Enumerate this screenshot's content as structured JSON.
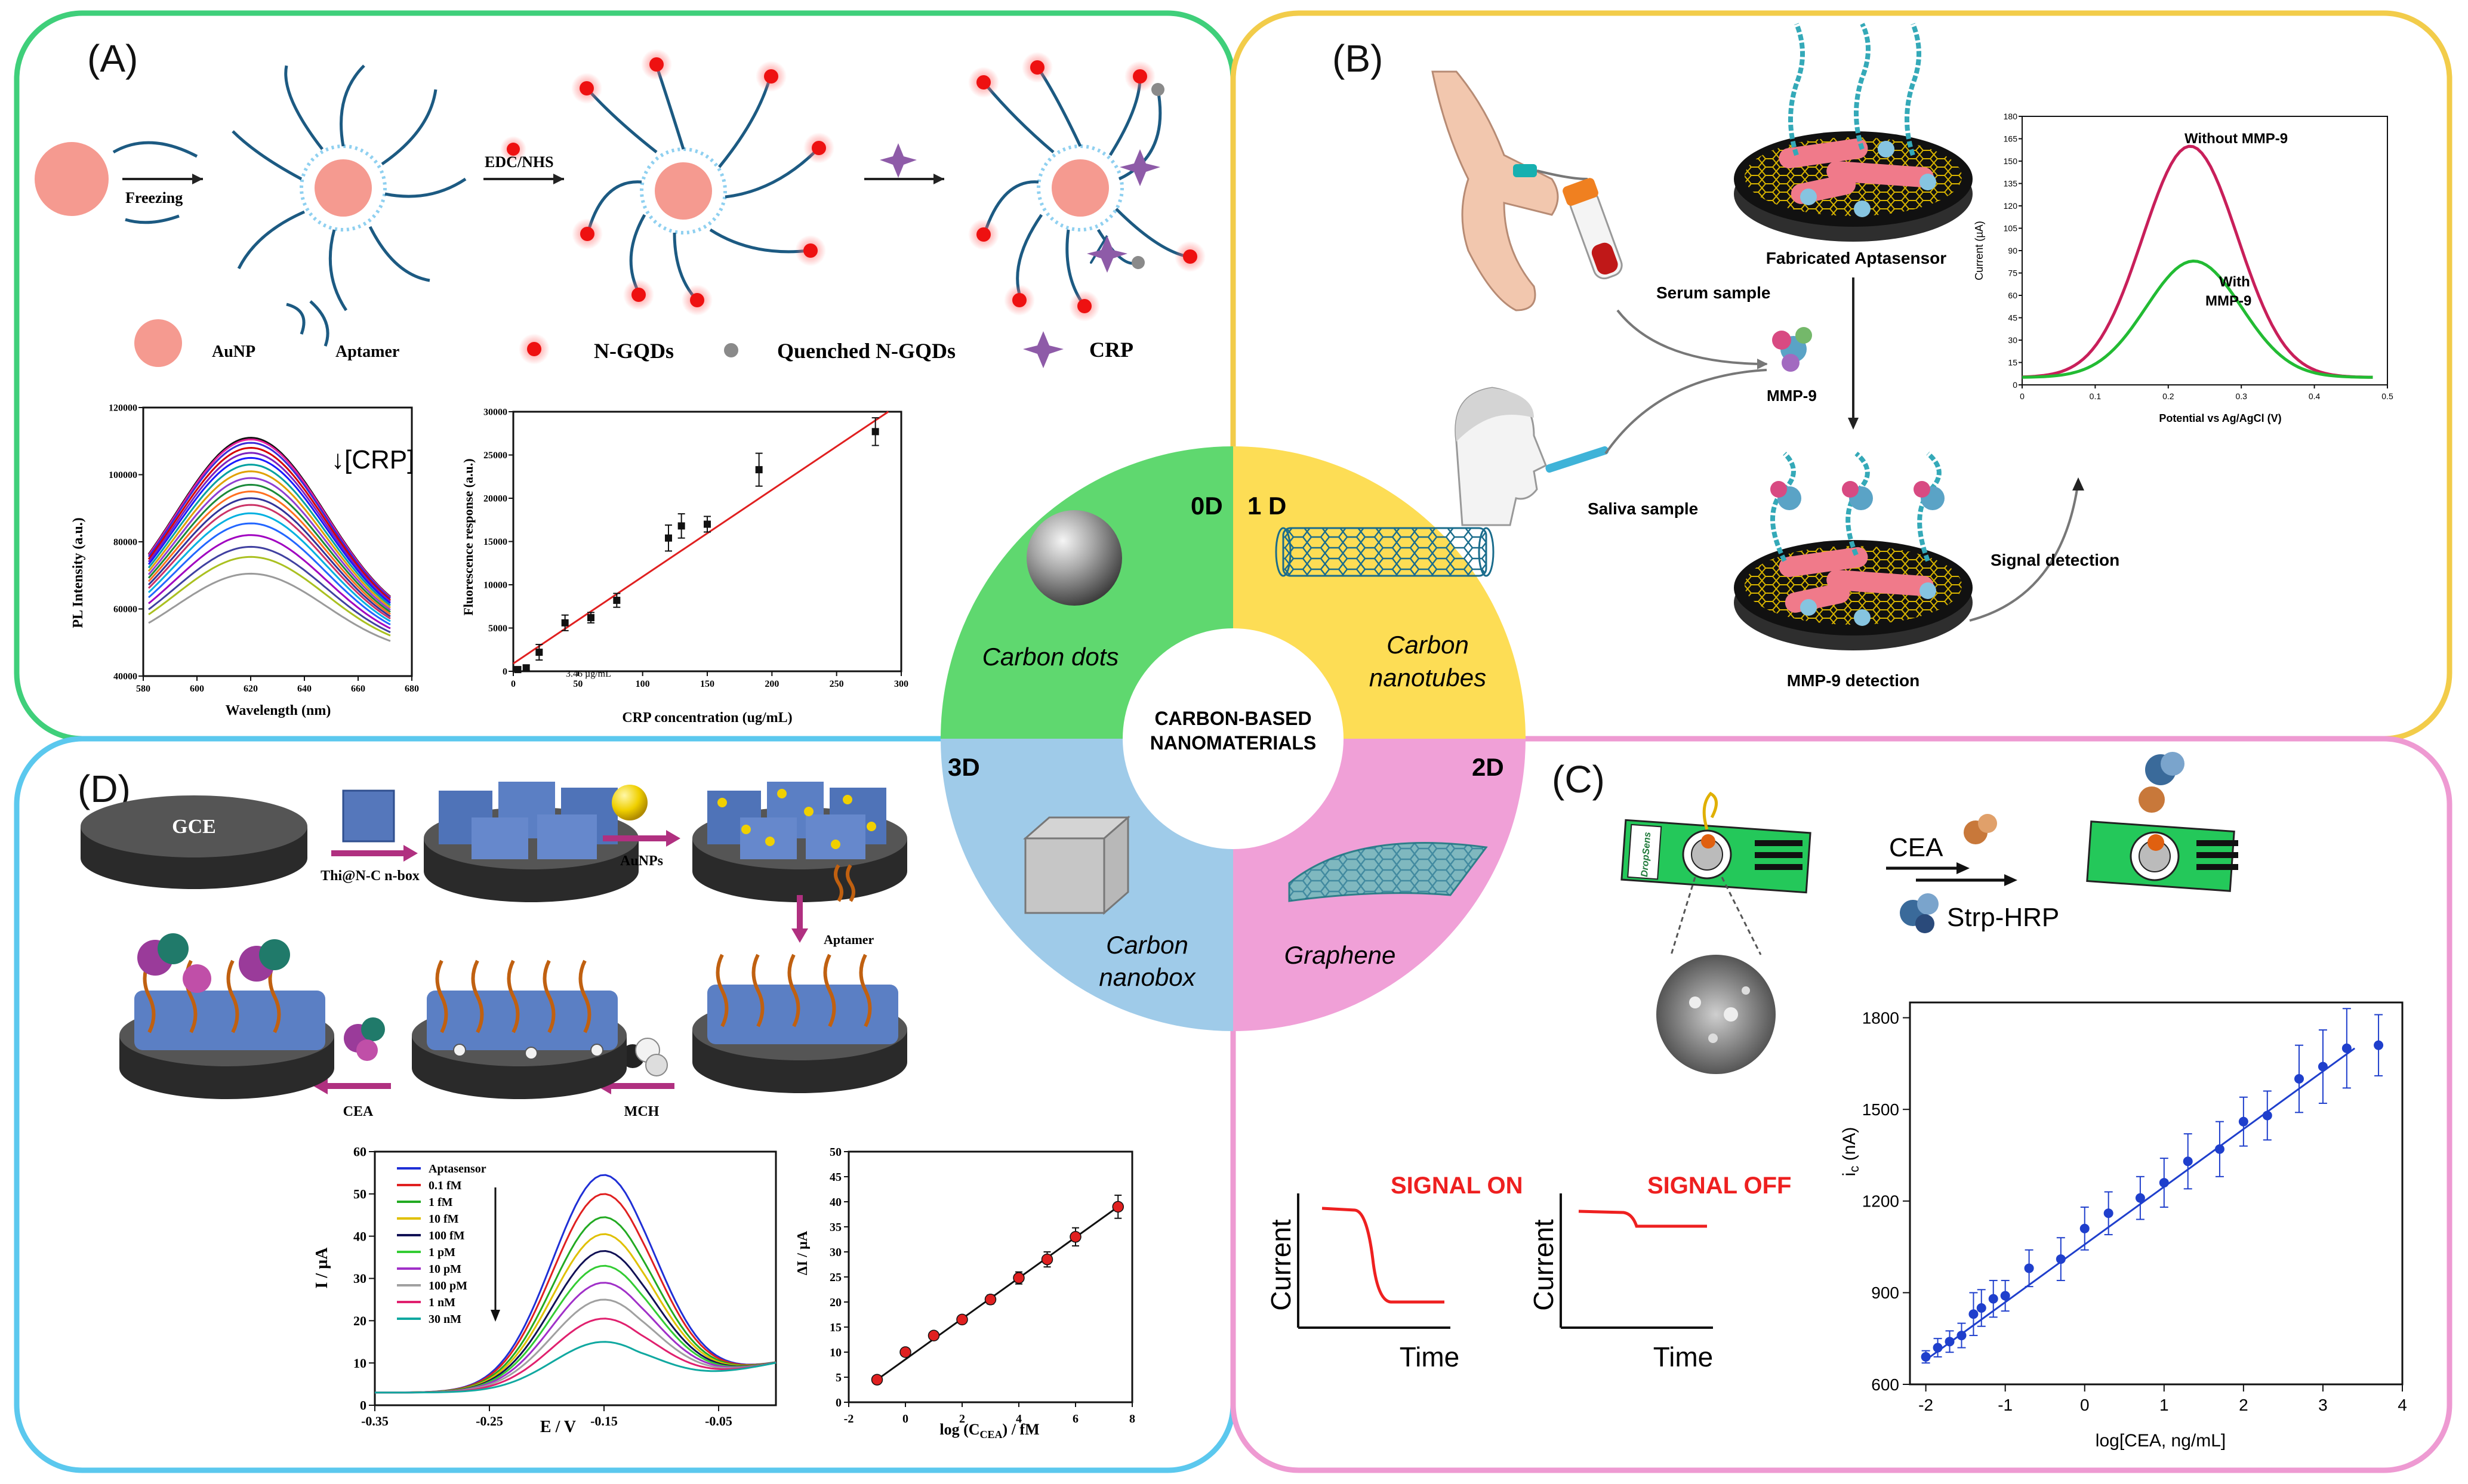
{
  "panels": {
    "a": {
      "label": "(A)",
      "scheme": {
        "freezing": "Freezing",
        "edc_nhs": "EDC/NHS",
        "legend": [
          "AuNP",
          "Aptamer",
          "N-GQDs",
          "Quenched N-GQDs",
          "CRP"
        ]
      },
      "pl_chart": {
        "ylabel": "PL Intensity (a.u.)",
        "xlabel": "Wavelength (nm)",
        "annotation": "↓[CRP]"
      },
      "fl_chart": {
        "ylabel": "Fluorescence response (a.u.)",
        "xlabel": "CRP concentration (ug/mL)",
        "annotation": "3.46 µg/mL"
      }
    },
    "b": {
      "label": "(B)",
      "serum": "Serum sample",
      "saliva": "Saliva sample",
      "fabricated": "Fabricated Aptasensor",
      "mmp9": "MMP-9",
      "detection": "MMP-9 detection",
      "signal": "Signal detection",
      "chart": {
        "ylabel": "Current (µA)",
        "xlabel": "Potential vs Ag/AgCl (V)",
        "without": "Without MMP-9",
        "with_1": "With",
        "with_2": "MMP-9"
      }
    },
    "c": {
      "label": "(C)",
      "cea": "CEA",
      "strp": "Strp-HRP",
      "chip": "DropSens",
      "signal_on": "SIGNAL ON",
      "signal_off": "SIGNAL OFF",
      "current": "Current",
      "time": "Time",
      "chart": {
        "ylabel": "i",
        "ylabel_sub": "c",
        "ylabel_unit": " (nA)",
        "xlabel": "log[CEA, ng/mL]"
      }
    },
    "d": {
      "label": "(D)",
      "gce": "GCE",
      "thi": "Thi@N-C n-box",
      "aunps": "AuNPs",
      "aptamer": "Aptamer",
      "mch": "MCH",
      "cea": "CEA",
      "cv_chart": {
        "ylabel": "I / µA",
        "xlabel": "E / V",
        "legend": [
          "Aptasensor",
          "0.1 fM",
          "1 fM",
          "10 fM",
          "100 fM",
          "1 pM",
          "10 pM",
          "100 pM",
          "1 nM",
          "30 nM"
        ]
      },
      "lin_chart": {
        "ylabel": "ΔI / µA",
        "xlabel_pre": "log (C",
        "xlabel_sub": "CEA",
        "xlabel_post": ") / fM"
      }
    }
  },
  "center": {
    "title_1": "CARBON-BASED",
    "title_2": "NANOMATERIALS",
    "q0d": "0D",
    "q1d": "1 D",
    "q2d": "2D",
    "q3d": "3D",
    "dots": "Carbon dots",
    "tubes_1": "Carbon",
    "tubes_2": "nanotubes",
    "box_1": "Carbon",
    "box_2": "nanobox",
    "graphene": "Graphene"
  },
  "colors": {
    "frame_a": "#3fcf7a",
    "frame_b": "#f2cc4a",
    "frame_c": "#ee9ad2",
    "frame_d": "#5bc8ee",
    "q0d": "#5fd86f",
    "q1d": "#fddd55",
    "q2d": "#f0a0d7",
    "q3d": "#9fcbe9",
    "signal_red": "#ee2020",
    "blue_series": "#1f3fcc"
  },
  "chart_data": [
    {
      "id": "pl_spectra",
      "type": "line",
      "xlim": [
        580,
        680
      ],
      "ylim": [
        40000,
        120000
      ],
      "xticks": [
        580,
        600,
        620,
        640,
        660,
        680
      ],
      "yticks": [
        40000,
        60000,
        80000,
        100000,
        120000
      ],
      "peak_x": 620,
      "series_peaks": [
        111000,
        110500,
        109500,
        108000,
        106500,
        105000,
        103000,
        101000,
        99000,
        97000,
        95000,
        93000,
        91000,
        88500,
        85500,
        82000,
        78500,
        75500,
        70500
      ],
      "series_colors": [
        "#111111",
        "#e8219b",
        "#3a2bd8",
        "#d40000",
        "#7d22c0",
        "#1a1aff",
        "#00a0a0",
        "#e0a000",
        "#8f3fd2",
        "#1b8a3a",
        "#ff6f1f",
        "#333399",
        "#cc3366",
        "#00b0e0",
        "#2266ff",
        "#a000c0",
        "#4040a0",
        "#aac020",
        "#9a9a9a"
      ],
      "ylabel": "PL Intensity (a.u.)",
      "xlabel": "Wavelength (nm)"
    },
    {
      "id": "fluorescence_linear",
      "type": "scatter",
      "xlim": [
        0,
        300
      ],
      "ylim": [
        0,
        30000
      ],
      "xticks": [
        0,
        50,
        100,
        150,
        200,
        250,
        300
      ],
      "yticks": [
        0,
        5000,
        10000,
        15000,
        20000,
        25000,
        30000
      ],
      "x": [
        3.46,
        10,
        20,
        40,
        60,
        80,
        120,
        130,
        150,
        190,
        280
      ],
      "y": [
        200,
        400,
        2200,
        5600,
        6200,
        8200,
        15400,
        16800,
        17000,
        23300,
        27700
      ],
      "err": [
        200,
        300,
        900,
        900,
        600,
        800,
        1500,
        1400,
        900,
        1900,
        1600
      ],
      "fit": [
        [
          0,
          900
        ],
        [
          290,
          30000
        ]
      ],
      "ylabel": "Fluorescence response (a.u.)",
      "xlabel": "CRP concentration (ug/mL)"
    },
    {
      "id": "dpv_mmp9",
      "type": "line",
      "xlim": [
        0,
        0.5
      ],
      "ylim": [
        0,
        180
      ],
      "xticks": [
        0,
        0.1,
        0.2,
        0.3,
        0.4,
        0.5
      ],
      "yticks": [
        0,
        15,
        30,
        45,
        60,
        75,
        90,
        105,
        120,
        135,
        150,
        165,
        180
      ],
      "series": [
        {
          "name": "Without MMP-9",
          "peak_x": 0.23,
          "peak_y": 160,
          "color": "#c81f5a"
        },
        {
          "name": "With MMP-9",
          "peak_x": 0.235,
          "peak_y": 83,
          "color": "#22bb33"
        }
      ],
      "ylabel": "Current (µA)",
      "xlabel": "Potential vs Ag/AgCl (V)"
    },
    {
      "id": "cea_calibration",
      "type": "scatter",
      "xlim": [
        -2.2,
        4
      ],
      "ylim": [
        600,
        1850
      ],
      "xticks": [
        -2,
        -1,
        0,
        1,
        2,
        3,
        4
      ],
      "yticks": [
        600,
        900,
        1200,
        1500,
        1800
      ],
      "x": [
        -2,
        -1.85,
        -1.7,
        -1.55,
        -1.4,
        -1.3,
        -1.15,
        -1.0,
        -0.7,
        -0.3,
        0,
        0.3,
        0.7,
        1.0,
        1.3,
        1.7,
        2.0,
        2.3,
        2.7,
        3.0,
        3.3,
        3.7
      ],
      "y": [
        690,
        720,
        740,
        760,
        830,
        850,
        880,
        890,
        980,
        1010,
        1110,
        1160,
        1210,
        1260,
        1330,
        1370,
        1460,
        1480,
        1600,
        1640,
        1700,
        1710
      ],
      "err": [
        20,
        30,
        35,
        40,
        70,
        60,
        60,
        50,
        60,
        70,
        70,
        70,
        70,
        80,
        90,
        90,
        80,
        80,
        110,
        120,
        130,
        100
      ],
      "fit": [
        [
          -2,
          680
        ],
        [
          3.4,
          1700
        ]
      ],
      "ylabel": "ic (nA)",
      "xlabel": "log[CEA, ng/mL]"
    },
    {
      "id": "cea_dpv",
      "type": "line",
      "xlim": [
        -0.35,
        0.0
      ],
      "ylim": [
        0,
        60
      ],
      "xticks": [
        -0.35,
        -0.25,
        -0.15,
        -0.05
      ],
      "yticks": [
        0,
        10,
        20,
        30,
        40,
        50,
        60
      ],
      "peak_x": -0.15,
      "series": [
        {
          "name": "Aptasensor",
          "peak": 54.5,
          "color": "#1f2fd6"
        },
        {
          "name": "0.1 fM",
          "peak": 50,
          "color": "#e02020"
        },
        {
          "name": "1 fM",
          "peak": 44.5,
          "color": "#22aa22"
        },
        {
          "name": "10 fM",
          "peak": 40.5,
          "color": "#e0c000"
        },
        {
          "name": "100 fM",
          "peak": 36.5,
          "color": "#111155"
        },
        {
          "name": "1 pM",
          "peak": 33,
          "color": "#33cc33"
        },
        {
          "name": "10 pM",
          "peak": 29,
          "color": "#a030c8"
        },
        {
          "name": "100 pM",
          "peak": 25,
          "color": "#a0a0a0"
        },
        {
          "name": "1 nM",
          "peak": 20.5,
          "color": "#e0206e"
        },
        {
          "name": "30 nM",
          "peak": 15,
          "color": "#10a8a0"
        }
      ],
      "ylabel": "I / µA",
      "xlabel": "E / V"
    },
    {
      "id": "cea_linear",
      "type": "scatter",
      "xlim": [
        -2,
        8
      ],
      "ylim": [
        0,
        50
      ],
      "xticks": [
        -2,
        0,
        2,
        4,
        6,
        8
      ],
      "yticks": [
        0,
        5,
        10,
        15,
        20,
        25,
        30,
        35,
        40,
        45,
        50
      ],
      "x": [
        -1,
        0,
        1,
        2,
        3,
        4,
        5,
        6,
        7.5
      ],
      "y": [
        4.5,
        10,
        13.3,
        16.5,
        20.5,
        24.8,
        28.5,
        33,
        39
      ],
      "err": [
        0.4,
        0.5,
        0.6,
        0.7,
        0.9,
        1.2,
        1.5,
        1.8,
        2.3
      ],
      "fit": [
        [
          -1,
          4.5
        ],
        [
          7.5,
          39
        ]
      ],
      "ylabel": "ΔI / µA",
      "xlabel": "log (CCEA) / fM"
    }
  ]
}
